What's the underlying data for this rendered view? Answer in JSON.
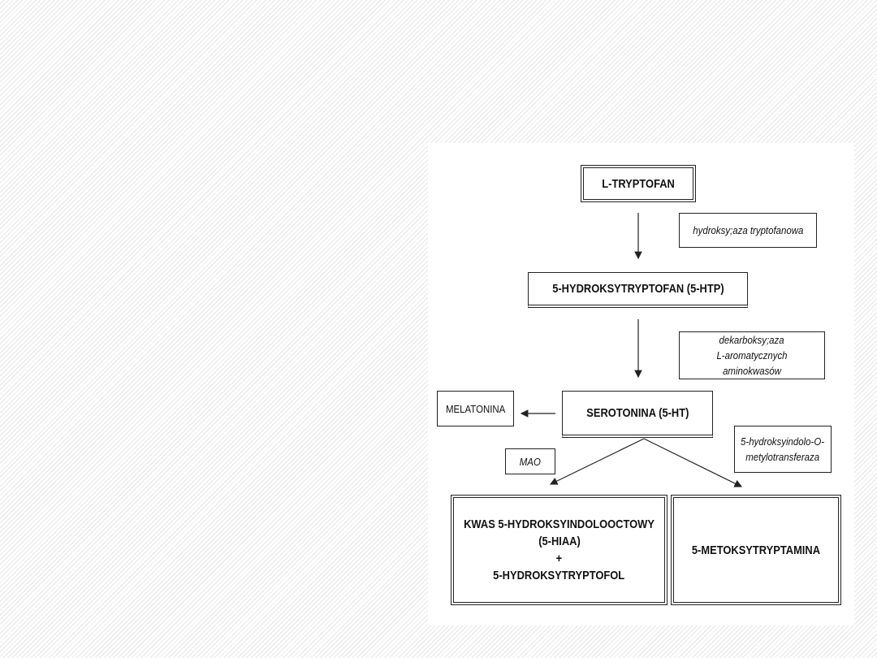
{
  "nodes": {
    "tryptophan": "L-TRYPTOFAN",
    "htp": "5-HYDROKSYTRYPTOFAN (5-HTP)",
    "serotonin": "SEROTONINA (5-HT)",
    "melatonin": "MELATONINA",
    "hiaa_line1": "KWAS 5-HYDROKSYINDOLOOCTOWY",
    "hiaa_line2": "(5-HIAA)",
    "hiaa_plus": "+",
    "hiaa_line3": "5-HYDROKSYTRYPTOFOL",
    "methoxytryptamine": "5-METOKSYTRYPTAMINA"
  },
  "enzymes": {
    "hydroxylase": "hydroksy;aza tryptofanowa",
    "decarboxylase_line1": "dekarboksy;aza",
    "decarboxylase_line2": "L-aromatycznych aminokwasów",
    "mao": "MAO",
    "omt_line1": "5-hydroksyindolo-O-",
    "omt_line2": "metylotransferaza"
  }
}
